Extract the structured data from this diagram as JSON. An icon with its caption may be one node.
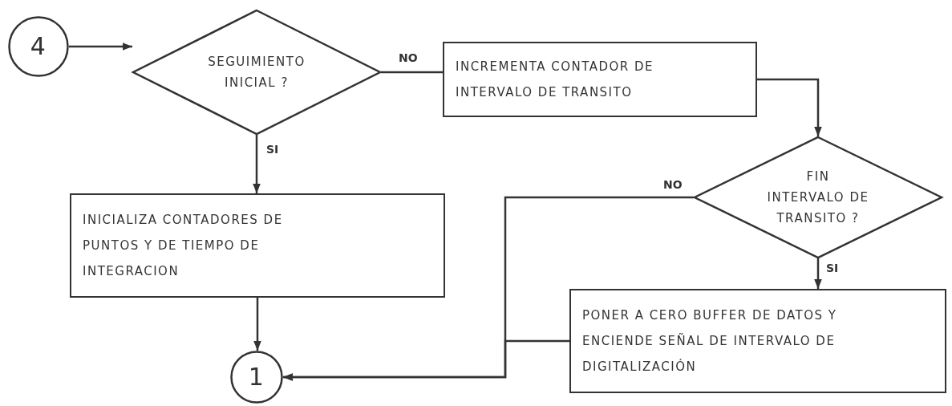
{
  "diagram": {
    "nodes": [
      {
        "text": [
          "4"
        ]
      },
      {
        "text": [
          "SEGUIMIENTO INICIAL ?"
        ]
      },
      {
        "text": [
          "INCREMENTA CONTADOR DE INTERVALO DE TRANSITO"
        ]
      },
      {
        "text": [
          "FIN INTERVALO DE TRANSITO ?"
        ]
      },
      {
        "text": [
          "INICIALIZA CONTADORES DE PUNTOS Y DE TIEMPO DE INTEGRACION"
        ]
      },
      {
        "text": [
          "PONER A CERO BUFFER DE DATOS Y ENCIENDE SEÑAL DE INTERVALO DE DIGITALIZACIÓN"
        ]
      },
      {
        "text": [
          "1"
        ]
      }
    ],
    "edges": [
      {
        "from": 0,
        "to": 1,
        "arrow": "to"
      },
      {
        "from": 1,
        "to": 2,
        "arrow": "none",
        "label": "NO"
      },
      {
        "from": 1,
        "to": 4,
        "arrow": "to",
        "label": "SI"
      },
      {
        "from": 2,
        "to": 3,
        "arrow": "to"
      },
      {
        "from": 3,
        "to": 6,
        "arrow": "to",
        "label": "NO"
      },
      {
        "from": 3,
        "to": 5,
        "arrow": "to",
        "label": "SI"
      },
      {
        "from": 4,
        "to": 6,
        "arrow": "to"
      },
      {
        "from": 5,
        "to": 6,
        "arrow": "to"
      }
    ]
  }
}
